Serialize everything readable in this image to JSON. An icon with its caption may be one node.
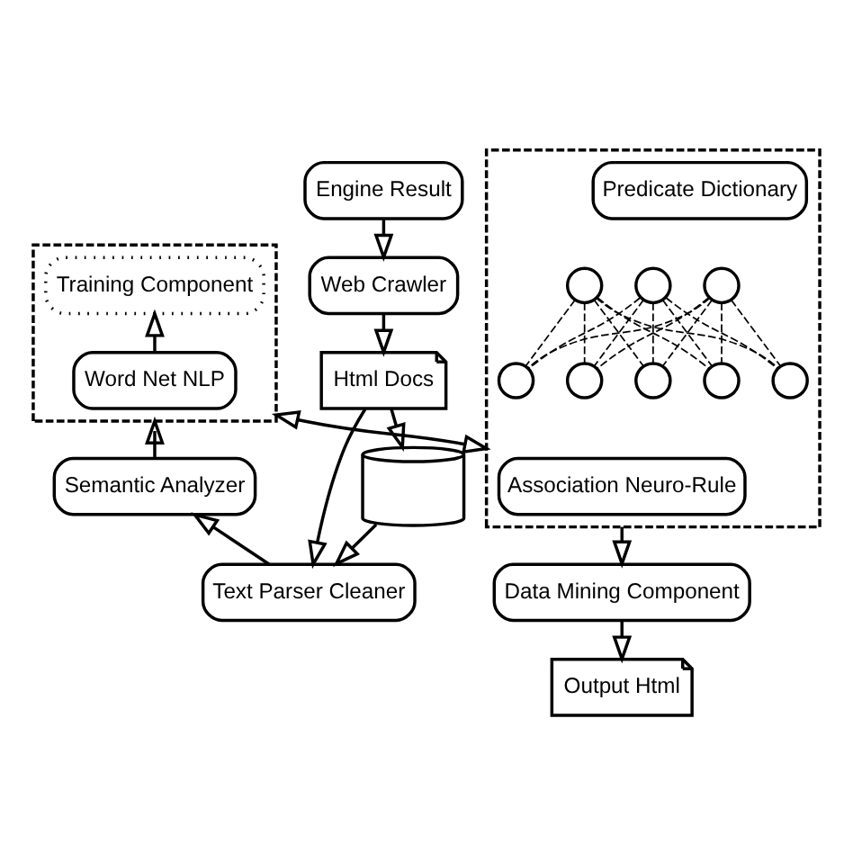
{
  "diagram": {
    "nodes": [
      {
        "text": [],
        "shape": "box"
      },
      {
        "text": [
          "Training Component"
        ],
        "in": 0
      },
      {
        "text": [
          "Word Net NLP"
        ],
        "in": 0
      },
      {
        "text": [],
        "shape": "box"
      },
      {
        "text": [
          "Predicate Dictionary"
        ],
        "in": 3
      },
      {
        "text": [],
        "shape": "circle",
        "in": 3
      },
      {
        "text": [],
        "shape": "circle",
        "in": 3
      },
      {
        "text": [],
        "shape": "circle",
        "in": 3
      },
      {
        "text": [],
        "shape": "circle",
        "in": 3
      },
      {
        "text": [],
        "shape": "circle",
        "in": 3
      },
      {
        "text": [],
        "shape": "circle",
        "in": 3
      },
      {
        "text": [],
        "shape": "circle",
        "in": 3
      },
      {
        "text": [],
        "shape": "circle",
        "in": 3
      },
      {
        "text": [
          "Association Neuro-Rule"
        ],
        "in": 3
      },
      {
        "text": [
          "Engine Result"
        ]
      },
      {
        "text": [
          "Web Crawler"
        ]
      },
      {
        "text": [
          "Html Docs"
        ]
      },
      {
        "text": [],
        "shape": "cylinder"
      },
      {
        "text": [
          "Text Parser Cleaner"
        ]
      },
      {
        "text": [
          "Semantic Analyzer"
        ]
      },
      {
        "text": [
          "Data Mining Component"
        ]
      },
      {
        "text": [
          "Output Html"
        ]
      }
    ],
    "edges": [
      {
        "from": 14,
        "to": 15,
        "arrow": "to"
      },
      {
        "from": 15,
        "to": 16,
        "arrow": "to"
      },
      {
        "from": 16,
        "to": 18,
        "arrow": "to"
      },
      {
        "from": 16,
        "to": 17,
        "arrow": "to"
      },
      {
        "from": 17,
        "to": 18,
        "arrow": "to"
      },
      {
        "from": 18,
        "to": 19,
        "arrow": "to"
      },
      {
        "from": 19,
        "to": 0,
        "arrow": "to"
      },
      {
        "from": 2,
        "to": 1,
        "arrow": "to"
      },
      {
        "from": 0,
        "to": 3,
        "arrow": "both"
      },
      {
        "from": 5,
        "to": 8,
        "arrow": "none",
        "style": "dashed"
      },
      {
        "from": 5,
        "to": 9,
        "arrow": "none",
        "style": "dashed"
      },
      {
        "from": 5,
        "to": 10,
        "arrow": "none",
        "style": "dashed"
      },
      {
        "from": 5,
        "to": 11,
        "arrow": "none",
        "style": "dashed"
      },
      {
        "from": 5,
        "to": 12,
        "arrow": "none",
        "style": "dashed"
      },
      {
        "from": 6,
        "to": 8,
        "arrow": "none",
        "style": "dashed"
      },
      {
        "from": 6,
        "to": 9,
        "arrow": "none",
        "style": "dashed"
      },
      {
        "from": 6,
        "to": 10,
        "arrow": "none",
        "style": "dashed"
      },
      {
        "from": 6,
        "to": 11,
        "arrow": "none",
        "style": "dashed"
      },
      {
        "from": 6,
        "to": 12,
        "arrow": "none",
        "style": "dashed"
      },
      {
        "from": 7,
        "to": 8,
        "arrow": "none",
        "style": "dashed"
      },
      {
        "from": 7,
        "to": 9,
        "arrow": "none",
        "style": "dashed"
      },
      {
        "from": 7,
        "to": 10,
        "arrow": "none",
        "style": "dashed"
      },
      {
        "from": 7,
        "to": 11,
        "arrow": "none",
        "style": "dashed"
      },
      {
        "from": 7,
        "to": 12,
        "arrow": "none",
        "style": "dashed"
      },
      {
        "from": 3,
        "to": 20,
        "arrow": "to"
      },
      {
        "from": 20,
        "to": 21,
        "arrow": "to"
      }
    ]
  }
}
